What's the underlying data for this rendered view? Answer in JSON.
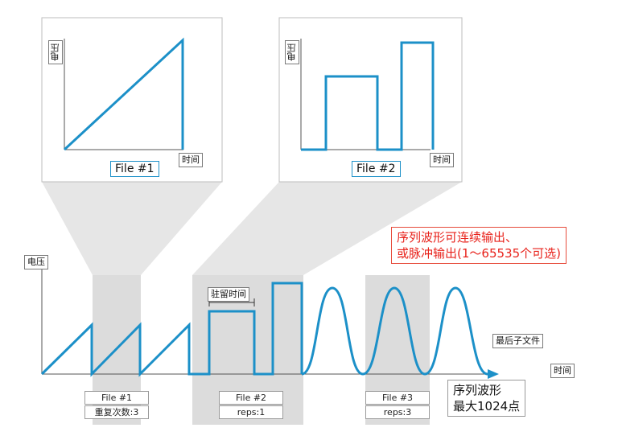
{
  "top_left_panel": {
    "y_label": "电压",
    "x_label": "时间",
    "caption": "File #1"
  },
  "top_right_panel": {
    "y_label": "电压",
    "x_label": "时间",
    "caption": "File #2"
  },
  "main_axes": {
    "y_label": "电压",
    "x_label": "时间"
  },
  "annotations": {
    "red_note_line1": "序列波形可连续输出、",
    "red_note_line2": "或脉冲输出(1～65535个可选)",
    "dwell_time": "驻留时间",
    "last_subfile": "最后子文件",
    "sequence_line1": "序列波形",
    "sequence_line2": "最大1024点"
  },
  "segments": [
    {
      "file": "File #1",
      "reps": "重复次数:3"
    },
    {
      "file": "File #2",
      "reps": "reps:1"
    },
    {
      "file": "File #3",
      "reps": "reps:3"
    }
  ],
  "colors": {
    "wave": "#1c90c8",
    "shade": "#dcdcdc",
    "red": "#e8221b",
    "axis": "#555555"
  }
}
